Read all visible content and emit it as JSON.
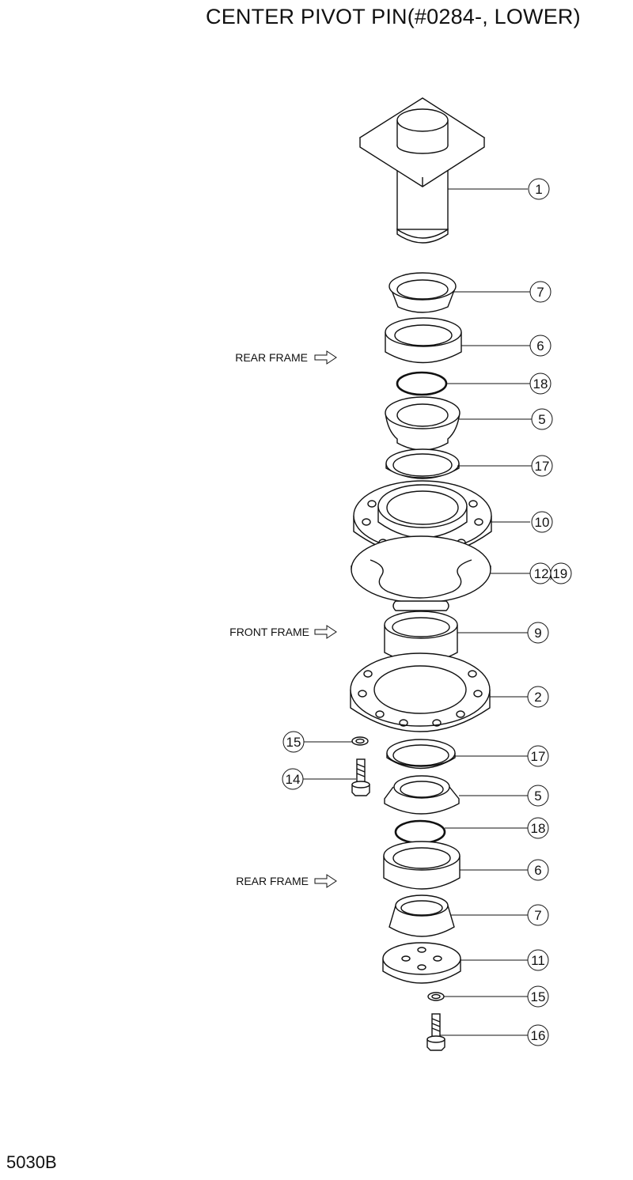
{
  "title": "CENTER PIVOT PIN(#0284-, LOWER)",
  "code": "5030B",
  "frame_labels": {
    "rear_top": "REAR FRAME",
    "front": "FRONT FRAME",
    "rear_bottom": "REAR FRAME"
  },
  "callouts": {
    "c1": "1",
    "c7a": "7",
    "c6a": "6",
    "c18a": "18",
    "c5a": "5",
    "c17a": "17",
    "c10": "10",
    "c12": "12,19",
    "c9": "9",
    "c2": "2",
    "c15a": "15",
    "c14": "14",
    "c17b": "17",
    "c5b": "5",
    "c18b": "18",
    "c6b": "6",
    "c7b": "7",
    "c11": "11",
    "c15b": "15",
    "c16": "16"
  }
}
